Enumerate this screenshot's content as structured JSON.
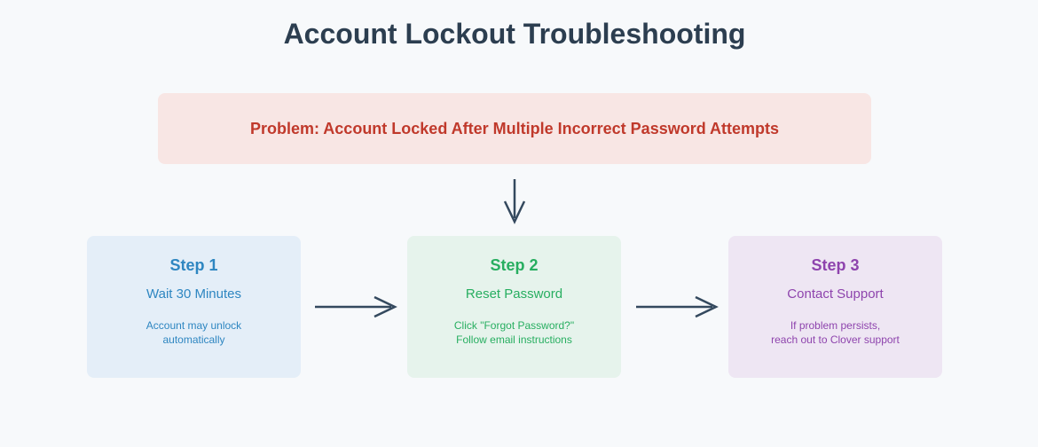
{
  "title": "Account Lockout Troubleshooting",
  "problem": {
    "text": "Problem: Account Locked After Multiple Incorrect Password Attempts"
  },
  "steps": [
    {
      "title": "Step 1",
      "subtitle": "Wait 30 Minutes",
      "desc": [
        "Account may unlock",
        "automatically"
      ]
    },
    {
      "title": "Step 2",
      "subtitle": "Reset Password",
      "desc": [
        "Click \"Forgot Password?\"",
        "Follow email instructions"
      ]
    },
    {
      "title": "Step 3",
      "subtitle": "Contact Support",
      "desc": [
        "If problem persists,",
        "reach out to Clover support"
      ]
    }
  ],
  "colors": {
    "background": "#f7f9fb",
    "title": "#2c3e50",
    "problem_bg": "#f8e6e4",
    "problem_text": "#c0392b",
    "arrow": "#34495e",
    "step1_bg": "#e4eef8",
    "step1_text": "#2e86c1",
    "step2_bg": "#e6f3ec",
    "step2_text": "#27ae60",
    "step3_bg": "#eee6f3",
    "step3_text": "#8e44ad"
  }
}
